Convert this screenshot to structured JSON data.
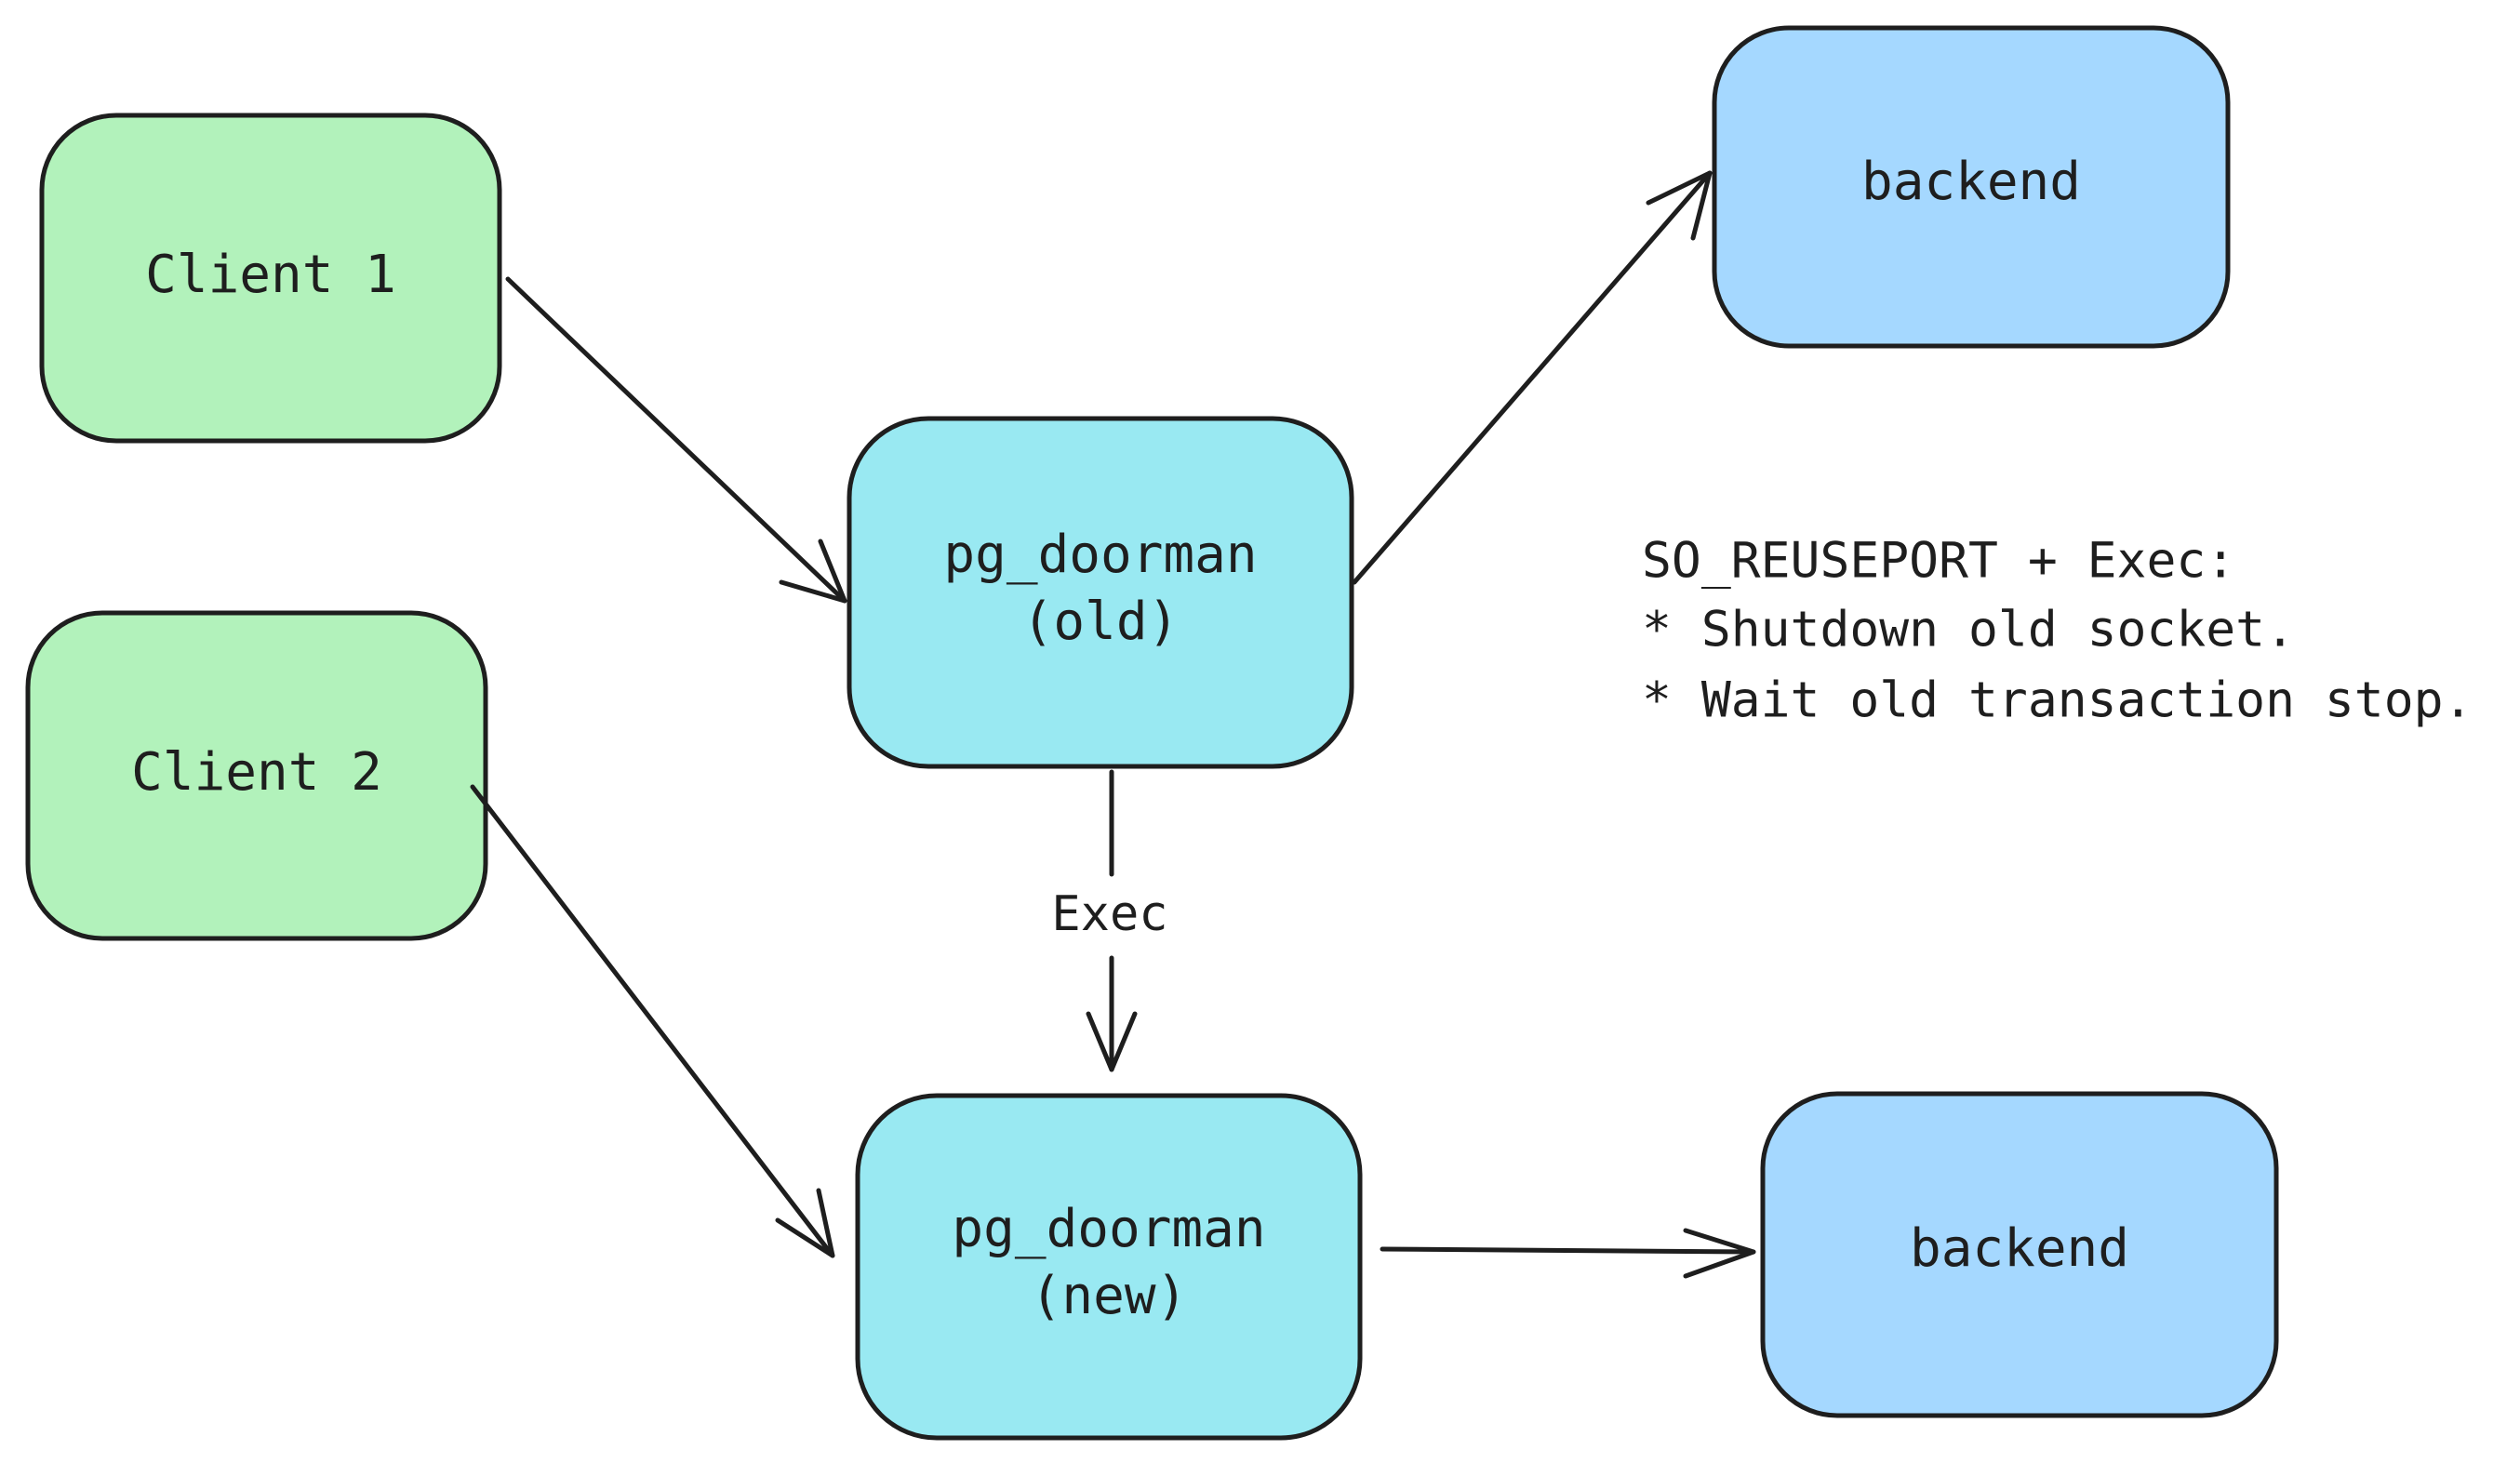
{
  "nodes": {
    "client1": {
      "label": "Client 1",
      "color": "#b2f2bb"
    },
    "client2": {
      "label": "Client 2",
      "color": "#b2f2bb"
    },
    "pg_old": {
      "line1": "pg_doorman",
      "line2": "(old)",
      "color": "#99e9f2"
    },
    "pg_new": {
      "line1": "pg_doorman",
      "line2": "(new)",
      "color": "#99e9f2"
    },
    "backend_top": {
      "label": "backend",
      "color": "#a5d8ff"
    },
    "backend_bottom": {
      "label": "backend",
      "color": "#a5d8ff"
    }
  },
  "edges": {
    "exec_label": "Exec"
  },
  "note": {
    "line1": "SO_REUSEPORT + Exec:",
    "line2": "* Shutdown old socket.",
    "line3": "* Wait old transaction stop."
  },
  "stroke_color": "#1e1e1e"
}
